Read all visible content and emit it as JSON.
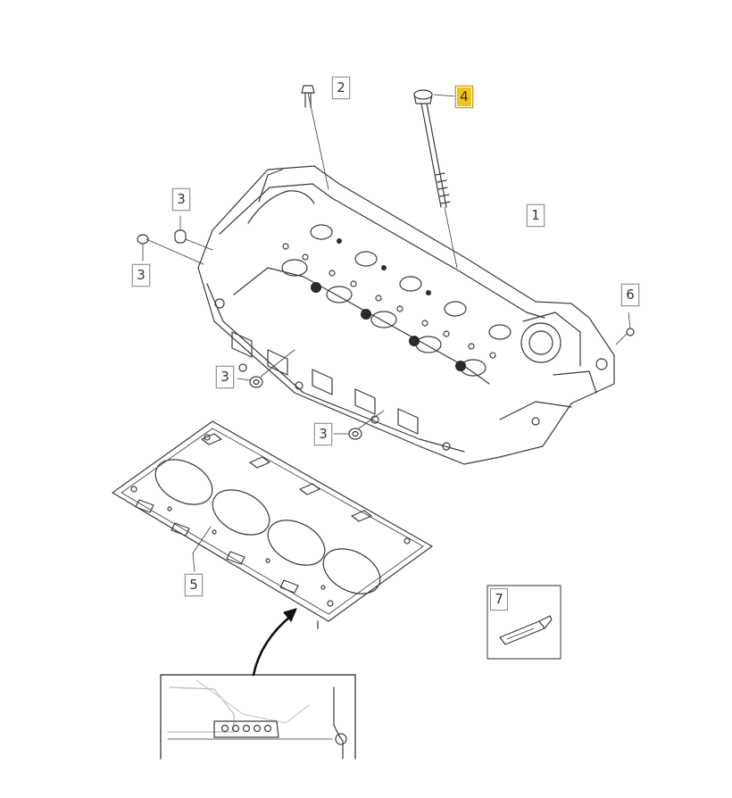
{
  "callouts": {
    "c1": "1",
    "c2": "2",
    "c3a": "3",
    "c3b": "3",
    "c3c": "3",
    "c3d": "3",
    "c4": "4",
    "c5": "5",
    "c6": "6",
    "c7": "7"
  },
  "colors": {
    "line": "#3a3a3a",
    "highlight": "#f2c21b"
  }
}
